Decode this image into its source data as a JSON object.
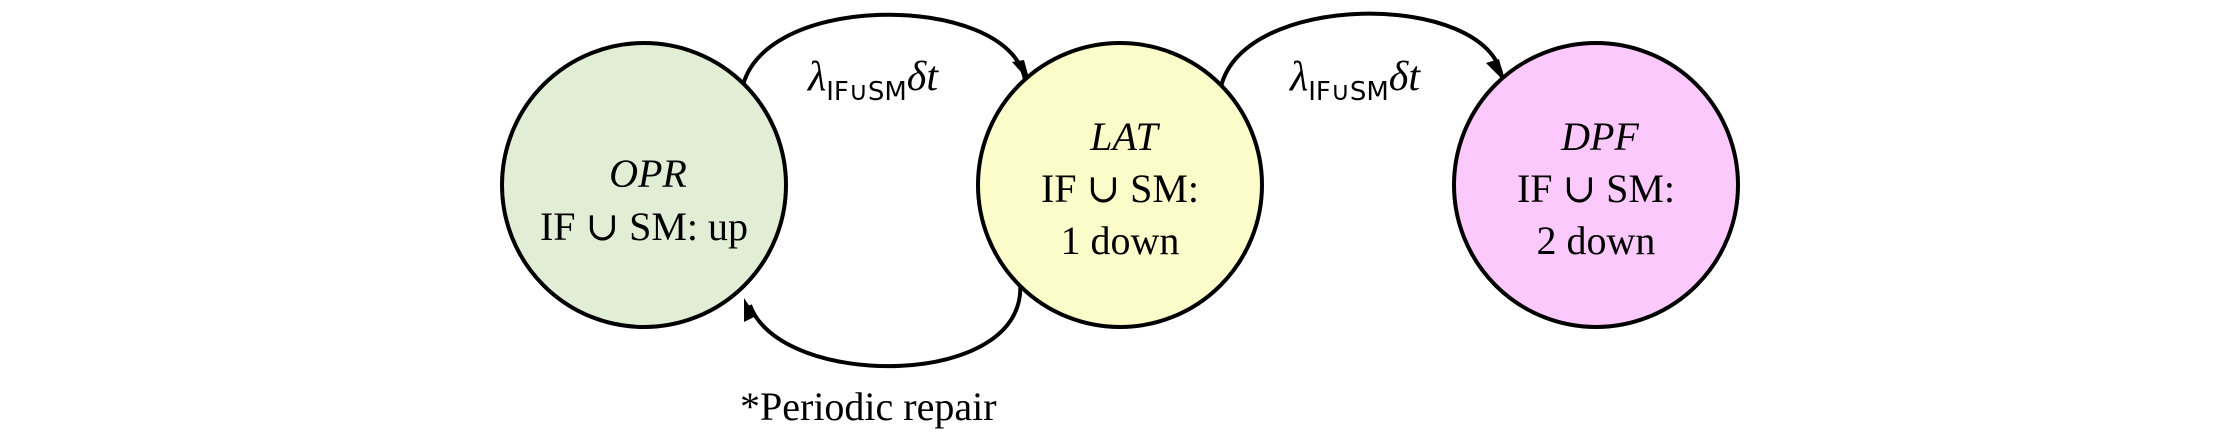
{
  "states": [
    {
      "id": "opr",
      "name": "OPR",
      "lines": [
        "IF ∪ SM: up"
      ],
      "fill": "#e2edd5"
    },
    {
      "id": "lat",
      "name": "LAT",
      "lines": [
        "IF ∪ SM:",
        "1 down"
      ],
      "fill": "#fcfcca"
    },
    {
      "id": "dpf",
      "name": "DPF",
      "lines": [
        "IF ∪ SM:",
        "2 down"
      ],
      "fill": "#fbc9fb"
    }
  ],
  "transitions": [
    {
      "from": "opr",
      "to": "lat",
      "rate_symbol": "λ",
      "rate_subscript": "IF∪SM",
      "rate_suffix": "δt"
    },
    {
      "from": "lat",
      "to": "dpf",
      "rate_symbol": "λ",
      "rate_subscript": "IF∪SM",
      "rate_suffix": "δt"
    },
    {
      "from": "lat",
      "to": "opr",
      "label": "*Periodic repair"
    }
  ]
}
